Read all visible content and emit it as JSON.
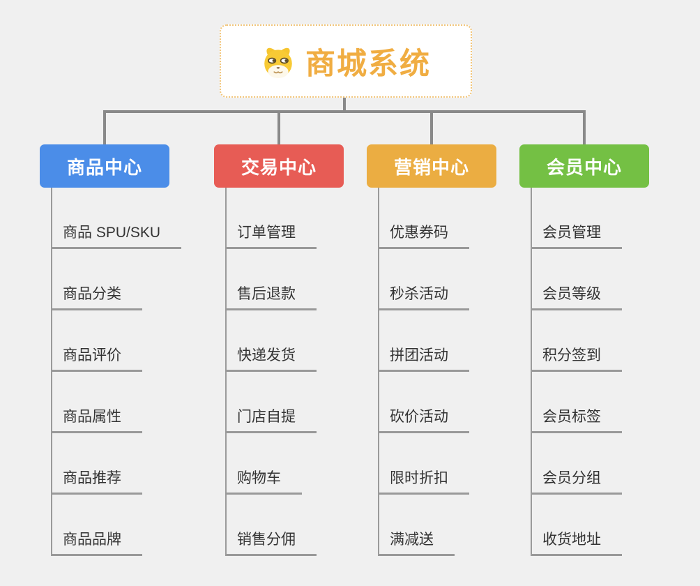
{
  "canvas": {
    "background": "#f0f0f0",
    "connector_color": "#898989",
    "underline_color": "#999999",
    "item_text_color": "#333333"
  },
  "root": {
    "title": "商城系统",
    "icon": "dog-face-icon",
    "text_color": "#f0ad42",
    "border_color": "#f2c579",
    "background": "#ffffff"
  },
  "branches": [
    {
      "label": "商品中心",
      "color": "#4b8de8",
      "items": [
        "商品 SPU/SKU",
        "商品分类",
        "商品评价",
        "商品属性",
        "商品推荐",
        "商品品牌"
      ]
    },
    {
      "label": "交易中心",
      "color": "#e75c55",
      "items": [
        "订单管理",
        "售后退款",
        "快递发货",
        "门店自提",
        "购物车",
        "销售分佣"
      ]
    },
    {
      "label": "营销中心",
      "color": "#ebad42",
      "items": [
        "优惠券码",
        "秒杀活动",
        "拼团活动",
        "砍价活动",
        "限时折扣",
        "满减送"
      ]
    },
    {
      "label": "会员中心",
      "color": "#74c044",
      "items": [
        "会员管理",
        "会员等级",
        "积分签到",
        "会员标签",
        "会员分组",
        "收货地址"
      ]
    }
  ]
}
